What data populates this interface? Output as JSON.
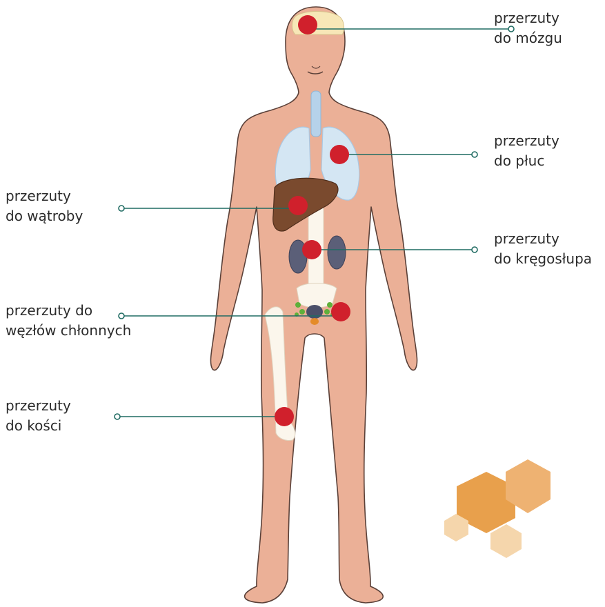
{
  "colors": {
    "skin": "#ebb097",
    "skin_outline": "#5a4038",
    "leader_line": "#1f6b62",
    "metastasis": "#d0202c",
    "liver": "#7a4a2e",
    "lungs": "#d4e6f3",
    "kidney": "#5b5f78",
    "lymph": "#5fb03a",
    "bone": "#fbf6ec",
    "hexagon_dark": "#e8a04c",
    "hexagon_mid": "#eeb272",
    "hexagon_light": "#f5d6ac"
  },
  "labels": {
    "brain": {
      "line1": "przerzuty",
      "line2": "do mózgu"
    },
    "lungs": {
      "line1": "przerzuty",
      "line2": "do płuc"
    },
    "liver": {
      "line1": "przerzuty",
      "line2": "do wątroby"
    },
    "spine": {
      "line1": "przerzuty",
      "line2": "do kręgosłupa"
    },
    "lymph": {
      "line1": "przerzuty do",
      "line2": "węzłów chłonnych"
    },
    "bone": {
      "line1": "przerzuty",
      "line2": "do kości"
    }
  }
}
